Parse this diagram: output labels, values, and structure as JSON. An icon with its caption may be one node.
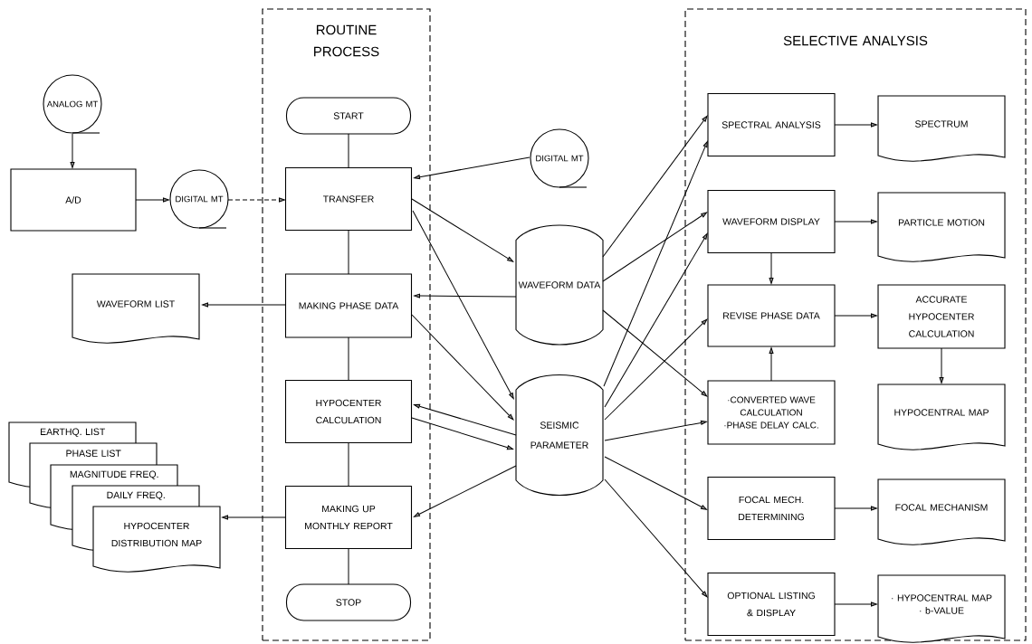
{
  "diagram": {
    "nodes": [
      {
        "text": [
          "ROUTINE PROCESS"
        ]
      },
      {
        "text": [
          "SELECTIVE ANALYSIS"
        ]
      },
      {
        "text": [
          "ANALOG MT"
        ]
      },
      {
        "text": [
          "A/D"
        ]
      },
      {
        "text": [
          "DIGITAL MT"
        ]
      },
      {
        "text": [
          "START"
        ],
        "in": 0
      },
      {
        "text": [
          "TRANSFER"
        ],
        "in": 0
      },
      {
        "text": [
          "MAKING PHASE DATA"
        ],
        "in": 0
      },
      {
        "text": [
          "HYPOCENTER CALCULATION"
        ],
        "in": 0
      },
      {
        "text": [
          "MAKING UP MONTHLY REPORT"
        ],
        "in": 0
      },
      {
        "text": [
          "STOP"
        ],
        "in": 0
      },
      {
        "text": [
          "DIGITAL MT"
        ]
      },
      {
        "text": [
          "WAVEFORM LIST"
        ]
      },
      {
        "text": [
          "WAVEFORM DATA"
        ]
      },
      {
        "text": [
          "SEISMIC PARAMETER"
        ]
      },
      {
        "text": [
          "EARTHQ. LIST"
        ]
      },
      {
        "text": [
          "PHASE LIST"
        ]
      },
      {
        "text": [
          "MAGNITUDE FREQ."
        ]
      },
      {
        "text": [
          "DAILY FREQ."
        ]
      },
      {
        "text": [
          "HYPOCENTER DISTRIBUTION MAP"
        ]
      },
      {
        "text": [
          "SPECTRAL ANALYSIS"
        ],
        "in": 1
      },
      {
        "text": [
          "SPECTRUM"
        ],
        "in": 1
      },
      {
        "text": [
          "WAVEFORM DISPLAY"
        ],
        "in": 1
      },
      {
        "text": [
          "PARTICLE MOTION"
        ],
        "in": 1
      },
      {
        "text": [
          "REVISE PHASE DATA"
        ],
        "in": 1
      },
      {
        "text": [
          "ACCURATE HYPOCENTER CALCULATION"
        ],
        "in": 1
      },
      {
        "text": [
          "·CONVERTED WAVE CALCULATION",
          "·PHASE DELAY CALC."
        ],
        "in": 1
      },
      {
        "text": [
          "HYPOCENTRAL MAP"
        ],
        "in": 1
      },
      {
        "text": [
          "FOCAL MECH. DETERMINING"
        ],
        "in": 1
      },
      {
        "text": [
          "FOCAL MECHANISM"
        ],
        "in": 1
      },
      {
        "text": [
          "OPTIONAL LISTING & DISPLAY"
        ],
        "in": 1
      },
      {
        "text": [
          "· HYPOCENTRAL MAP",
          "· b-VALUE"
        ],
        "in": 1
      }
    ],
    "edges": [
      {
        "from": 2,
        "to": 3,
        "arrow": "to"
      },
      {
        "from": 3,
        "to": 4,
        "arrow": "to"
      },
      {
        "from": 4,
        "to": 6,
        "arrow": "to",
        "style": "dashed"
      },
      {
        "from": 5,
        "to": 6,
        "arrow": "none"
      },
      {
        "from": 6,
        "to": 7,
        "arrow": "none"
      },
      {
        "from": 7,
        "to": 8,
        "arrow": "none"
      },
      {
        "from": 8,
        "to": 9,
        "arrow": "none"
      },
      {
        "from": 9,
        "to": 10,
        "arrow": "none"
      },
      {
        "from": 11,
        "to": 6,
        "arrow": "to"
      },
      {
        "from": 6,
        "to": 13,
        "arrow": "to"
      },
      {
        "from": 6,
        "to": 14,
        "arrow": "to"
      },
      {
        "from": 13,
        "to": 7,
        "arrow": "to"
      },
      {
        "from": 7,
        "to": 12,
        "arrow": "to"
      },
      {
        "from": 7,
        "to": 14,
        "arrow": "to"
      },
      {
        "from": 14,
        "to": 8,
        "arrow": "to"
      },
      {
        "from": 8,
        "to": 14,
        "arrow": "to"
      },
      {
        "from": 14,
        "to": 9,
        "arrow": "to"
      },
      {
        "from": 9,
        "to": 19,
        "arrow": "to"
      },
      {
        "from": 13,
        "to": 20,
        "arrow": "to"
      },
      {
        "from": 13,
        "to": 22,
        "arrow": "to"
      },
      {
        "from": 13,
        "to": 26,
        "arrow": "to"
      },
      {
        "from": 14,
        "to": 20,
        "arrow": "to"
      },
      {
        "from": 14,
        "to": 22,
        "arrow": "to"
      },
      {
        "from": 14,
        "to": 24,
        "arrow": "to"
      },
      {
        "from": 14,
        "to": 26,
        "arrow": "to"
      },
      {
        "from": 14,
        "to": 28,
        "arrow": "to"
      },
      {
        "from": 14,
        "to": 30,
        "arrow": "to"
      },
      {
        "from": 20,
        "to": 21,
        "arrow": "to"
      },
      {
        "from": 22,
        "to": 23,
        "arrow": "to"
      },
      {
        "from": 22,
        "to": 24,
        "arrow": "to"
      },
      {
        "from": 26,
        "to": 24,
        "arrow": "to"
      },
      {
        "from": 24,
        "to": 25,
        "arrow": "to"
      },
      {
        "from": 25,
        "to": 27,
        "arrow": "to"
      },
      {
        "from": 28,
        "to": 29,
        "arrow": "to"
      },
      {
        "from": 30,
        "to": 31,
        "arrow": "to"
      }
    ]
  }
}
